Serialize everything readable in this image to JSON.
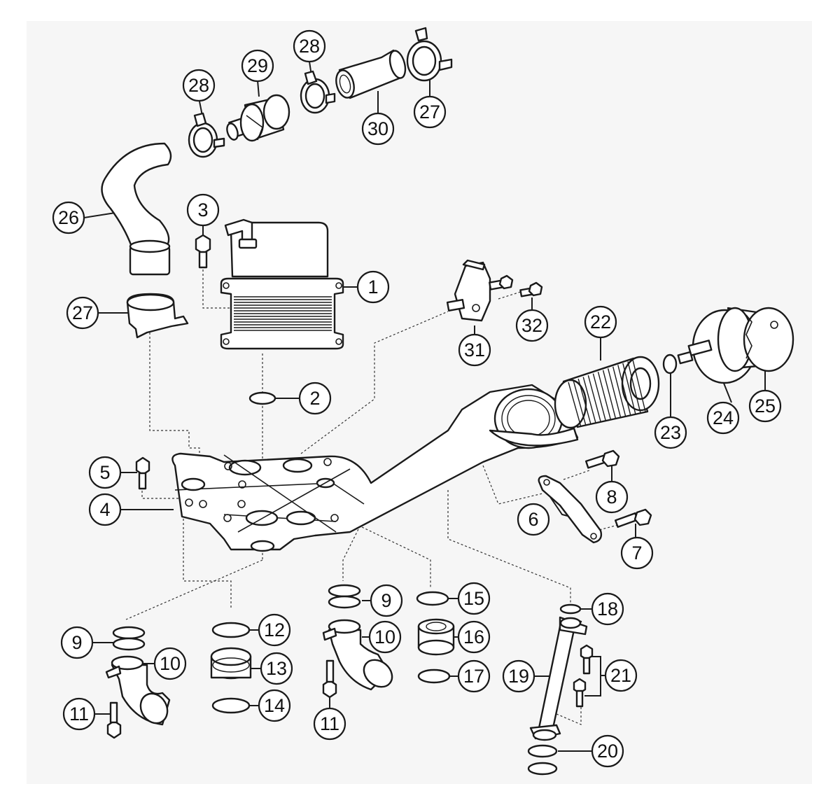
{
  "diagram": {
    "background": "#f6f6f6",
    "line_color": "#1a1a1a",
    "callouts": [
      {
        "key": "c1",
        "label": "1"
      },
      {
        "key": "c2",
        "label": "2"
      },
      {
        "key": "c3",
        "label": "3"
      },
      {
        "key": "c4",
        "label": "4"
      },
      {
        "key": "c5",
        "label": "5"
      },
      {
        "key": "c6",
        "label": "6"
      },
      {
        "key": "c7",
        "label": "7"
      },
      {
        "key": "c8",
        "label": "8"
      },
      {
        "key": "c9a",
        "label": "9"
      },
      {
        "key": "c9b",
        "label": "9"
      },
      {
        "key": "c10a",
        "label": "10"
      },
      {
        "key": "c10b",
        "label": "10"
      },
      {
        "key": "c11a",
        "label": "11"
      },
      {
        "key": "c11b",
        "label": "11"
      },
      {
        "key": "c12",
        "label": "12"
      },
      {
        "key": "c13",
        "label": "13"
      },
      {
        "key": "c14",
        "label": "14"
      },
      {
        "key": "c15",
        "label": "15"
      },
      {
        "key": "c16",
        "label": "16"
      },
      {
        "key": "c17",
        "label": "17"
      },
      {
        "key": "c18",
        "label": "18"
      },
      {
        "key": "c19",
        "label": "19"
      },
      {
        "key": "c20",
        "label": "20"
      },
      {
        "key": "c21",
        "label": "21"
      },
      {
        "key": "c22",
        "label": "22"
      },
      {
        "key": "c23",
        "label": "23"
      },
      {
        "key": "c24",
        "label": "24"
      },
      {
        "key": "c25",
        "label": "25"
      },
      {
        "key": "c26",
        "label": "26"
      },
      {
        "key": "c27a",
        "label": "27"
      },
      {
        "key": "c27b",
        "label": "27"
      },
      {
        "key": "c28a",
        "label": "28"
      },
      {
        "key": "c28b",
        "label": "28"
      },
      {
        "key": "c29",
        "label": "29"
      },
      {
        "key": "c30",
        "label": "30"
      },
      {
        "key": "c31",
        "label": "31"
      },
      {
        "key": "c32",
        "label": "32"
      }
    ]
  }
}
